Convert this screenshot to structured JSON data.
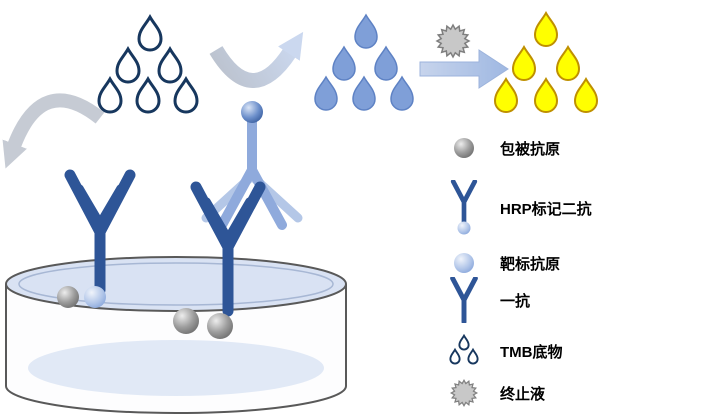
{
  "legend": {
    "items": [
      {
        "icon": "coated-antigen-icon",
        "label": "包被抗原"
      },
      {
        "icon": "hrp-secondary-antibody-icon",
        "label": "HRP标记二抗"
      },
      {
        "icon": "target-antigen-icon",
        "label": "靶标抗原"
      },
      {
        "icon": "primary-antibody-icon",
        "label": "一抗"
      },
      {
        "icon": "tmb-substrate-icon",
        "label": "TMB底物"
      },
      {
        "icon": "stop-solution-icon",
        "label": "终止液"
      }
    ]
  },
  "colors": {
    "navy": "#17375E",
    "dark-blue": "#2E5597",
    "light-blue": "#8FAADC",
    "pale-blue": "#B4C7E7",
    "medium-blue": "#7F9FD8",
    "droplet-blue-stroke": "#5E82C4",
    "yellow": "#FFFF00",
    "yellow-stroke": "#BF9000",
    "star-gray": "#C8C8C8",
    "dish-liquid": "#D9E2F3",
    "dish-stroke": "#595959",
    "arrow-gray": "#C6CBD4",
    "arrow-blue": "#CBD8EF"
  }
}
